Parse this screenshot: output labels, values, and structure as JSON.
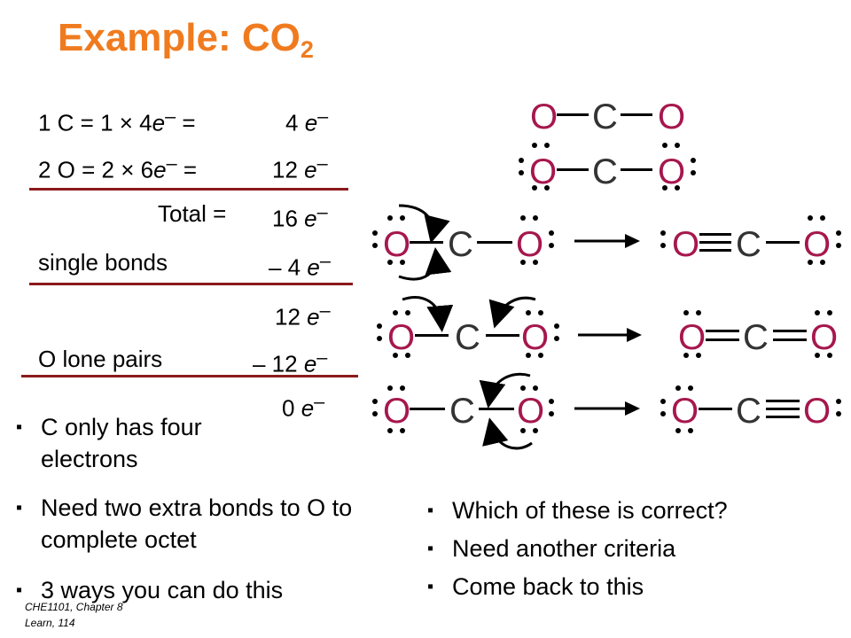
{
  "slide": {
    "title_main": "Example: CO",
    "title_sub": "2",
    "calc": {
      "row1": {
        "label": "1 C = 1 × 4",
        "e": "e",
        "sup": "–",
        "eq": "=",
        "value": "4 ",
        "ve": "e",
        "vsup": "–"
      },
      "row2": {
        "label": "2 O = 2 × 6",
        "e": "e",
        "sup": "–",
        "eq": "=",
        "value": "12 ",
        "ve": "e",
        "vsup": "–"
      },
      "total": {
        "label": "Total =",
        "value": "16 ",
        "ve": "e",
        "vsup": "–"
      },
      "single": {
        "label": "single bonds",
        "value": "– 4 ",
        "ve": "e",
        "vsup": "–"
      },
      "sub1": {
        "value": "12 ",
        "ve": "e",
        "vsup": "–"
      },
      "lone": {
        "label": "O lone pairs",
        "value": "– 12 ",
        "ve": "e",
        "vsup": "–"
      },
      "sub2": {
        "value": "0 ",
        "ve": "e",
        "vsup": "–"
      }
    },
    "bullets_left": [
      "C only has four electrons",
      "Need two extra bonds to O to complete octet",
      "3 ways you can do this"
    ],
    "bullets_right": [
      "Which of these is correct?",
      "Need another criteria",
      "Come back to this"
    ],
    "bullet_char": "▪",
    "footer": {
      "line1": "CHE1101, Chapter 8",
      "line2": "Learn, 114"
    },
    "atoms": {
      "o": "O",
      "c": "C"
    },
    "colors": {
      "title": "#f07b1f",
      "oxygen": "#a6174d",
      "rule": "#8b1a1a"
    }
  }
}
